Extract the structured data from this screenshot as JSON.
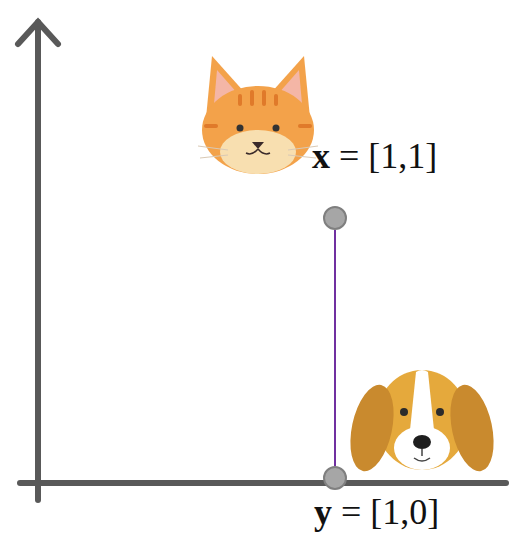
{
  "diagram": {
    "nodes": [
      {
        "text": [
          "x = [1,1]"
        ]
      },
      {
        "text": [
          "y = [1,0]"
        ]
      }
    ],
    "edges": [
      {
        "from": 0,
        "to": 1,
        "arrow": "none"
      }
    ]
  }
}
